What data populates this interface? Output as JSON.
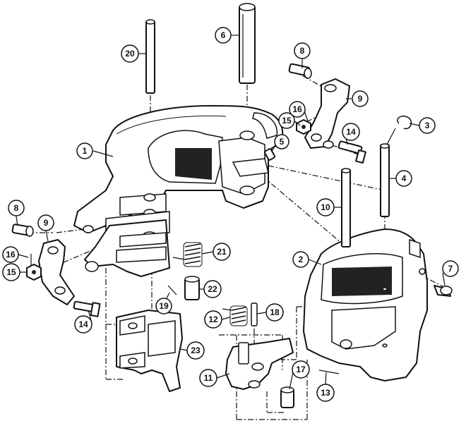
{
  "figure": {
    "callouts": [
      {
        "id": "c1",
        "label": "1"
      },
      {
        "id": "c2",
        "label": "2"
      },
      {
        "id": "c3",
        "label": "3"
      },
      {
        "id": "c4",
        "label": "4"
      },
      {
        "id": "c5",
        "label": "5"
      },
      {
        "id": "c6",
        "label": "6"
      },
      {
        "id": "c7",
        "label": "7"
      },
      {
        "id": "c8a",
        "label": "8"
      },
      {
        "id": "c8b",
        "label": "8"
      },
      {
        "id": "c9a",
        "label": "9"
      },
      {
        "id": "c9b",
        "label": "9"
      },
      {
        "id": "c10",
        "label": "10"
      },
      {
        "id": "c11",
        "label": "11"
      },
      {
        "id": "c12",
        "label": "12"
      },
      {
        "id": "c13",
        "label": "13"
      },
      {
        "id": "c14a",
        "label": "14"
      },
      {
        "id": "c14b",
        "label": "14"
      },
      {
        "id": "c15a",
        "label": "15"
      },
      {
        "id": "c15b",
        "label": "15"
      },
      {
        "id": "c16a",
        "label": "16"
      },
      {
        "id": "c16b",
        "label": "16"
      },
      {
        "id": "c17",
        "label": "17"
      },
      {
        "id": "c18",
        "label": "18"
      },
      {
        "id": "c19",
        "label": "19"
      },
      {
        "id": "c20",
        "label": "20"
      },
      {
        "id": "c21",
        "label": "21"
      },
      {
        "id": "c22",
        "label": "22"
      },
      {
        "id": "c23",
        "label": "23"
      }
    ]
  }
}
